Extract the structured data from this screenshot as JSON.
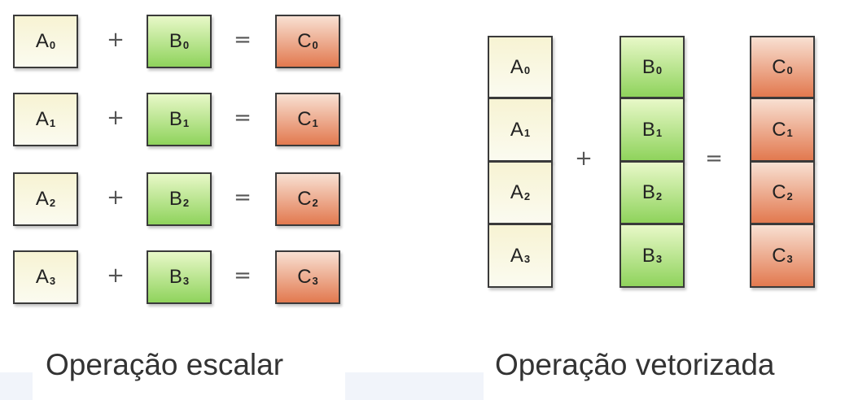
{
  "scalar": {
    "rows": [
      {
        "a": "A",
        "b": "B",
        "c": "C",
        "idx": "0"
      },
      {
        "a": "A",
        "b": "B",
        "c": "C",
        "idx": "1"
      },
      {
        "a": "A",
        "b": "B",
        "c": "C",
        "idx": "2"
      },
      {
        "a": "A",
        "b": "B",
        "c": "C",
        "idx": "3"
      }
    ],
    "plus": "+",
    "equals": "=",
    "caption": "Operação escalar"
  },
  "vector": {
    "a": [
      {
        "letter": "A",
        "idx": "0"
      },
      {
        "letter": "A",
        "idx": "1"
      },
      {
        "letter": "A",
        "idx": "2"
      },
      {
        "letter": "A",
        "idx": "3"
      }
    ],
    "b": [
      {
        "letter": "B",
        "idx": "0"
      },
      {
        "letter": "B",
        "idx": "1"
      },
      {
        "letter": "B",
        "idx": "2"
      },
      {
        "letter": "B",
        "idx": "3"
      }
    ],
    "c": [
      {
        "letter": "C",
        "idx": "0"
      },
      {
        "letter": "C",
        "idx": "1"
      },
      {
        "letter": "C",
        "idx": "2"
      },
      {
        "letter": "C",
        "idx": "3"
      }
    ],
    "plus": "+",
    "equals": "=",
    "caption": "Operação vetorizada"
  },
  "colors": {
    "a_fill": "#f9f7e2",
    "b_fill": "#a8dd7c",
    "c_fill": "#e8906a",
    "border": "#3a3a3a"
  }
}
